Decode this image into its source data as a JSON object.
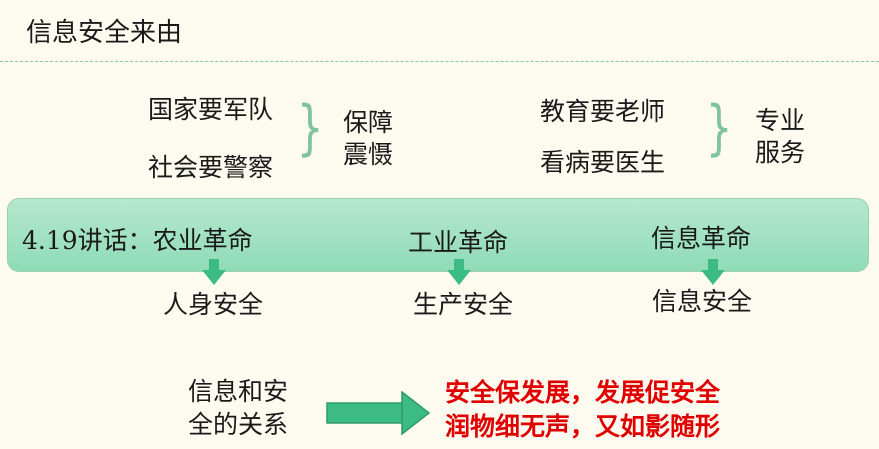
{
  "header": {
    "title": "信息安全来由"
  },
  "top_left": {
    "lines": [
      "国家要军队",
      "社会要警察"
    ],
    "group": [
      "保障",
      "震慑"
    ]
  },
  "top_right": {
    "lines": [
      "教育要老师",
      "看病要医生"
    ],
    "group": [
      "专业",
      "服务"
    ]
  },
  "band": {
    "items": [
      "4.19讲话：农业革命",
      "工业革命",
      "信息革命"
    ]
  },
  "outcomes": [
    "人身安全",
    "生产安全",
    "信息安全"
  ],
  "relation": {
    "label": [
      "信息和安",
      "全的关系"
    ],
    "slogans": [
      "安全保发展，发展促安全",
      "润物细无声，又如影随形"
    ]
  },
  "colors": {
    "accent": "#3dbb86",
    "red": "#e00000",
    "brace": "#7fc49c"
  }
}
